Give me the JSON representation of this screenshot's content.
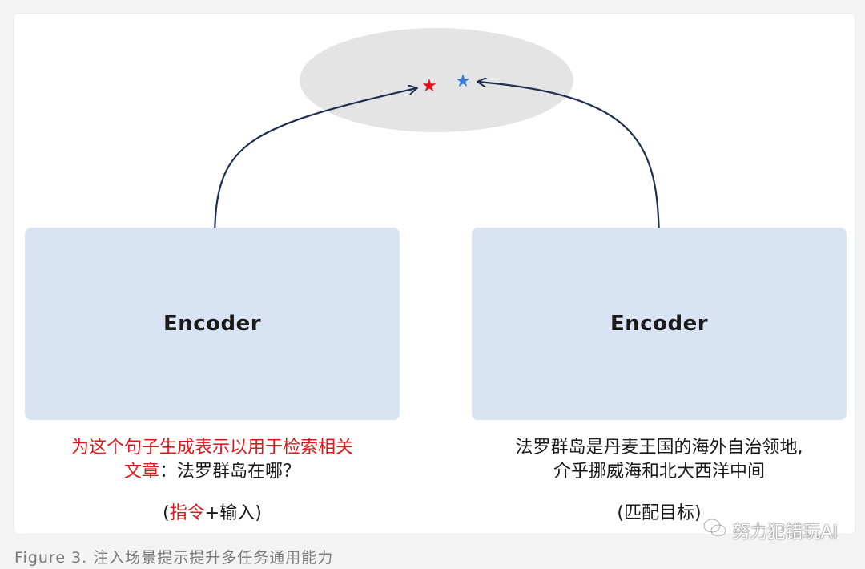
{
  "diagram": {
    "encoder_left": {
      "label": "Encoder"
    },
    "encoder_right": {
      "label": "Encoder"
    },
    "left_caption": {
      "line1_red": "为这个句子生成表示以用于检索相关",
      "line2_red": "文章",
      "line2_black": "：法罗群岛在哪？",
      "note_open": "(",
      "note_red": "指令",
      "note_black": "+输入)"
    },
    "right_caption": {
      "line1": "法罗群岛是丹麦王国的海外自治领地,",
      "line2": "介乎挪威海和北大西洋中间",
      "note": "(匹配目标)"
    },
    "stars": {
      "left_color": "#e0161b",
      "right_color": "#3a7bd5"
    },
    "ellipse_color": "#e4e4e4",
    "arrow_color": "#1f2f4f"
  },
  "figure_caption": "Figure 3. 注入场景提示提升多任务通用能力",
  "watermark": {
    "icon": "wechat-icon",
    "text": "努力犯错玩AI"
  }
}
